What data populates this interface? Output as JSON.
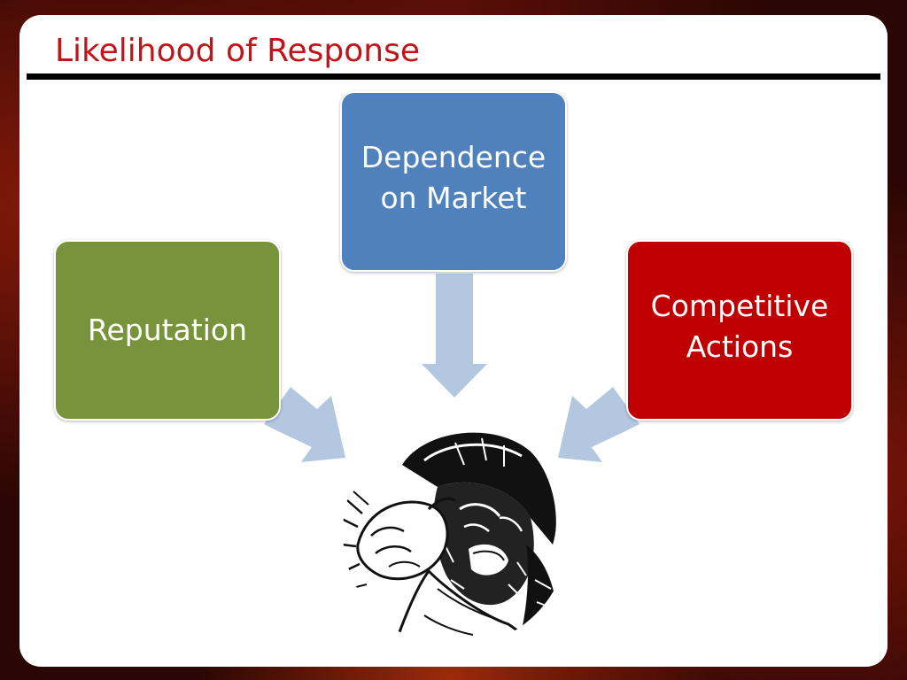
{
  "slide": {
    "title": "Likelihood of Response"
  },
  "boxes": {
    "top": {
      "label": "Dependence on Market",
      "color": "#4f81bd"
    },
    "left": {
      "label": "Reputation",
      "color": "#77933c"
    },
    "right": {
      "label": "Competitive Actions",
      "color": "#c00000"
    }
  },
  "arrows": {
    "color": "#b4c7e0"
  },
  "figure": {
    "icon": "angry-soldier-illustration"
  }
}
